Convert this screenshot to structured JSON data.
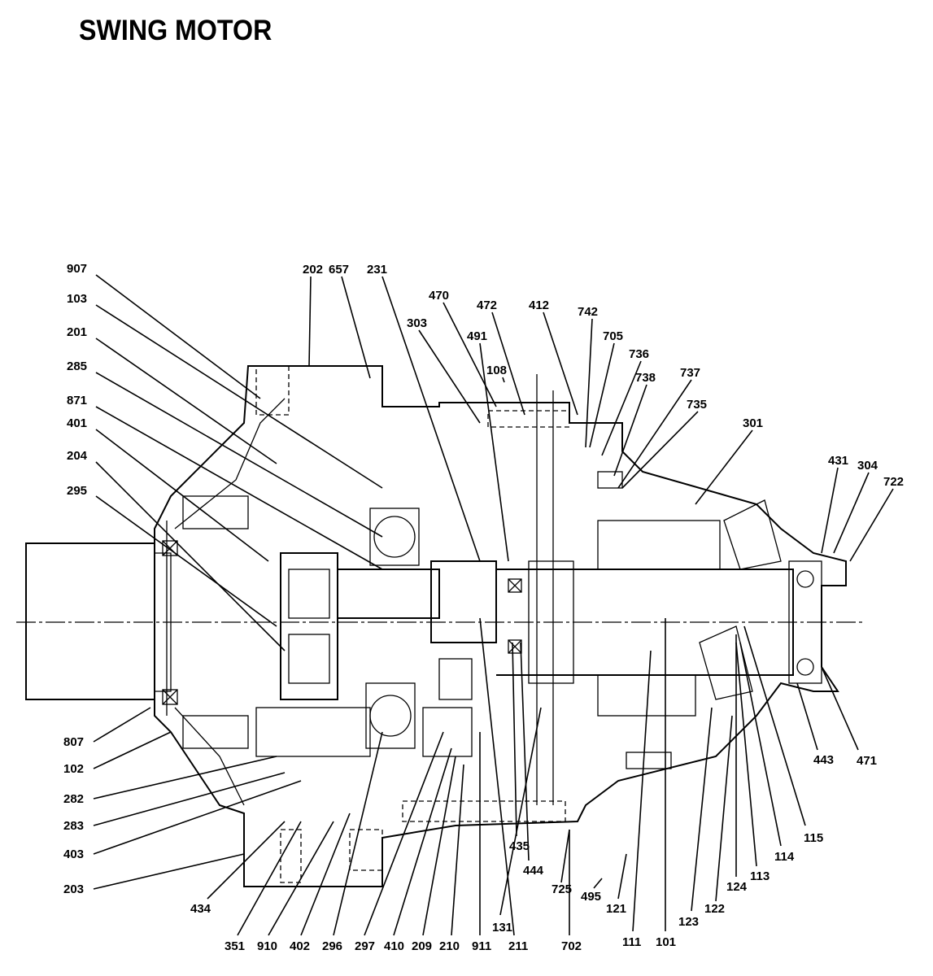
{
  "title": "SWING MOTOR",
  "part_labels": [
    "907",
    "103",
    "201",
    "285",
    "871",
    "401",
    "204",
    "295",
    "807",
    "102",
    "282",
    "283",
    "403",
    "203",
    "434",
    "351",
    "910",
    "402",
    "296",
    "297",
    "410",
    "209",
    "210",
    "911",
    "211",
    "131",
    "702",
    "725",
    "495",
    "121",
    "111",
    "101",
    "123",
    "122",
    "124",
    "113",
    "114",
    "115",
    "443",
    "471",
    "435",
    "444",
    "202",
    "657",
    "231",
    "470",
    "303",
    "491",
    "472",
    "108",
    "412",
    "742",
    "705",
    "736",
    "738",
    "737",
    "735",
    "301",
    "431",
    "304",
    "722"
  ]
}
